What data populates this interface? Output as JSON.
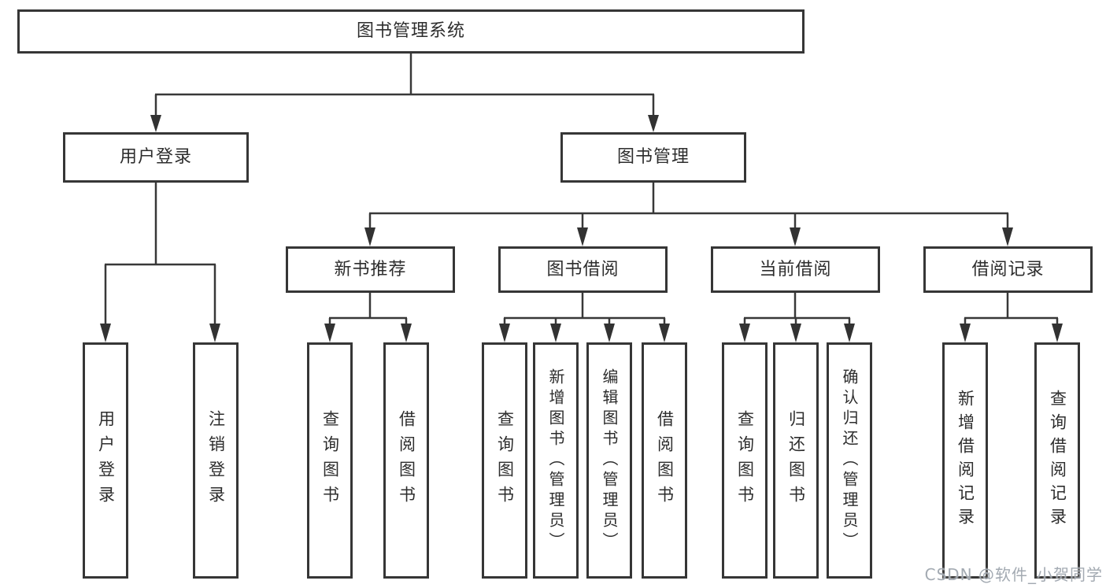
{
  "watermark": "CSDN @软件_小贺同学",
  "colors": {
    "line": "#383838",
    "box_border": "#363636",
    "box_background": "#ffffff",
    "text": "#2d2d2d",
    "watermark_text": "#9ea5ae"
  },
  "tree": {
    "root": "图书管理系统",
    "branches": {
      "user_login": {
        "label": "用户登录",
        "children": {
          "login": "用户登录",
          "logout": "注销登录"
        }
      },
      "book_management": {
        "label": "图书管理",
        "children": {
          "new_book_rec": {
            "label": "新书推荐",
            "children": {
              "query_books": "查询图书",
              "borrow_books": "借阅图书"
            }
          },
          "book_borrowing": {
            "label": "图书借阅",
            "children": {
              "query_books": "查询图书",
              "add_books": "新增图书（管理员）",
              "edit_books": "编辑图书（管理员）",
              "borrow_books": "借阅图书"
            }
          },
          "current_borrowing": {
            "label": "当前借阅",
            "children": {
              "query_books": "查询图书",
              "return_books": "归还图书",
              "confirm_return": "确认归还（管理员）"
            }
          },
          "borrowing_records": {
            "label": "借阅记录",
            "children": {
              "add_record": "新增借阅记录",
              "query_record": "查询借阅记录"
            }
          }
        }
      }
    }
  }
}
